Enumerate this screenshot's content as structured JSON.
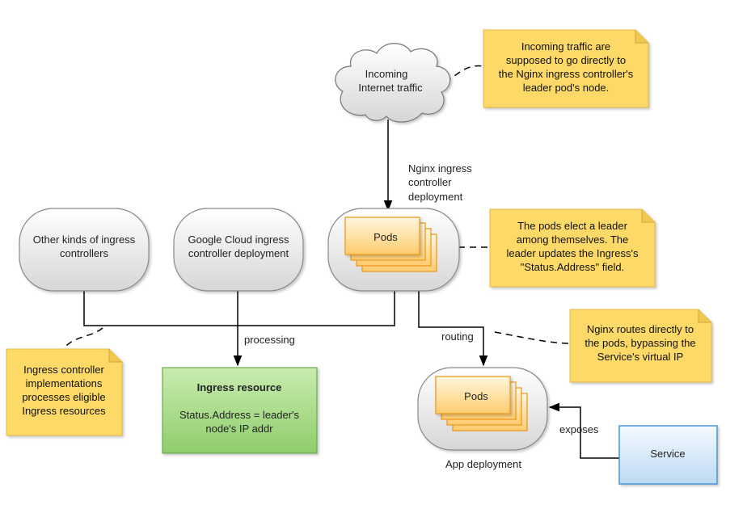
{
  "cloud": {
    "lines": [
      "Incoming",
      "Internet traffic"
    ]
  },
  "nginx_deployment_label": [
    "Nginx ingress",
    "controller",
    "deployment"
  ],
  "other_controllers": {
    "lines": [
      "Other kinds of ingress",
      "controllers"
    ]
  },
  "google_controller": {
    "lines": [
      "Google Cloud ingress",
      "controller deployment"
    ]
  },
  "nginx_pods_label": "Pods",
  "app_pods_label": "Pods",
  "app_deployment_label": "App deployment",
  "ingress_resource": {
    "title": "Ingress resource",
    "lines": [
      "Status.Address = leader's",
      "node's IP addr"
    ]
  },
  "service_label": "Service",
  "edge_labels": {
    "processing": "processing",
    "routing": "routing",
    "exposes": "exposes"
  },
  "notes": {
    "traffic": [
      "Incoming traffic are",
      "supposed to go directly to",
      "the Nginx ingress controller's",
      "leader pod's node."
    ],
    "leader": [
      "The pods elect a leader",
      "among themselves. The",
      "leader updates the Ingress's",
      "\"Status.Address\" field."
    ],
    "routing": [
      "Nginx routes directly to",
      "the pods, bypassing the",
      "Service's virtual IP"
    ],
    "controller": [
      "Ingress controller",
      "implementations",
      "processes eligible",
      "Ingress resources"
    ]
  },
  "colors": {
    "note_fill": "#fdd967",
    "pod_fill": "#ffd68a",
    "pod_stroke": "#e8951a",
    "ingress_fill": "#9fd67f",
    "service_fill": "#cfe4f7",
    "service_stroke": "#3f8fd3",
    "line": "#000000"
  }
}
